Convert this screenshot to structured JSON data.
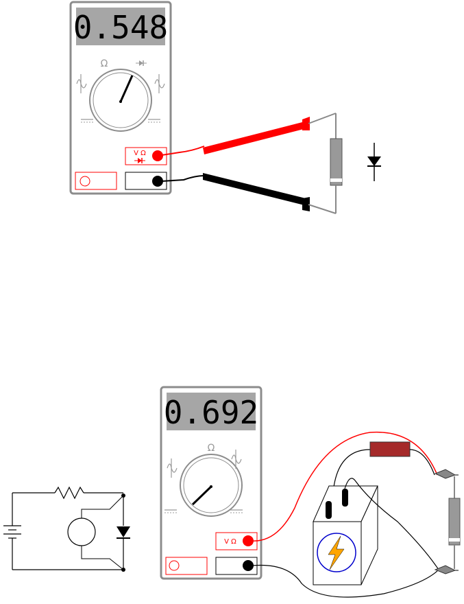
{
  "meter_top": {
    "display": "0.548",
    "dial_symbols": {
      "ohm": "Ω",
      "diode": "▶|"
    },
    "jack_label": "V Ω",
    "accent_color": "#ff0000"
  },
  "meter_bottom": {
    "display": "0.692",
    "dial_symbols": {
      "ohm": "Ω"
    },
    "jack_label": "V Ω",
    "accent_color": "#ff0000"
  },
  "colors": {
    "meter_body": "#8c8c8c",
    "lcd_background": "#a6a6a6",
    "probe_red": "#ff0000",
    "probe_black": "#000000",
    "resistor_body": "#a52a2a",
    "bolt": "#ffa500",
    "battery_circle": "#0000cc"
  }
}
